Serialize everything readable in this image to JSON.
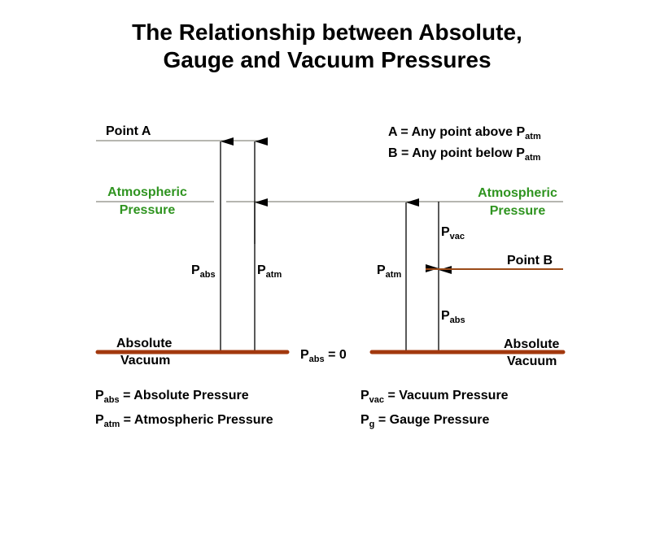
{
  "title": {
    "line1": "The Relationship between Absolute,",
    "line2": "Gauge and Vacuum Pressures"
  },
  "labels": {
    "point_a": "Point A",
    "point_b": "Point B",
    "atmospheric": "Atmospheric",
    "pressure": "Pressure",
    "absolute": "Absolute",
    "vacuum": "Vacuum",
    "p": "P",
    "abs": "abs",
    "atm": "atm",
    "vac": "vac",
    "g": "g",
    "equals_zero": " = 0"
  },
  "notes": {
    "a_def": "A = Any point above P",
    "b_def": "B = Any point below P"
  },
  "legend": {
    "abs_def": " = Absolute Pressure",
    "atm_def": " = Atmospheric Pressure",
    "vac_def": " = Vacuum Pressure",
    "g_def": " = Gauge Pressure"
  },
  "colors": {
    "atmospheric_label": "#2f9420",
    "vacuum_bar": "#a2380e"
  }
}
